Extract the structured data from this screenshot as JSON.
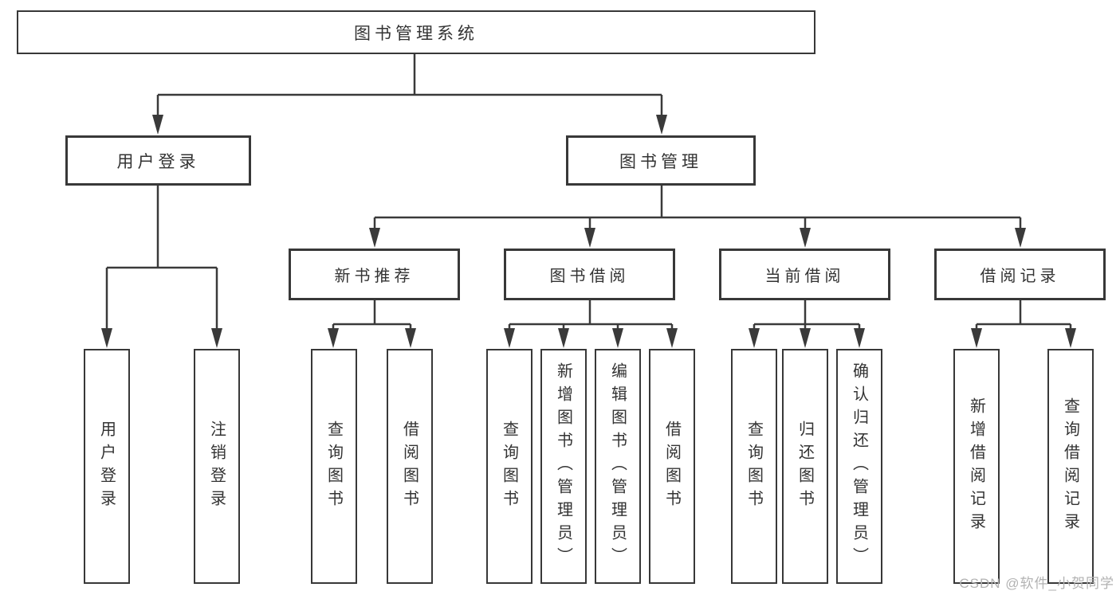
{
  "colors": {
    "line": "#3a3a3a",
    "box_border": "#383838",
    "text": "#333333",
    "background": "#ffffff",
    "watermark": "#b2b2b2"
  },
  "tree": {
    "root": {
      "label": "图书管理系统"
    },
    "level2": [
      {
        "label": "用户登录",
        "children": [
          {
            "label": "用户登录"
          },
          {
            "label": "注销登录"
          }
        ]
      },
      {
        "label": "图书管理",
        "children": [
          {
            "label": "新书推荐",
            "children": [
              {
                "label": "查询图书"
              },
              {
                "label": "借阅图书"
              }
            ]
          },
          {
            "label": "图书借阅",
            "children": [
              {
                "label": "查询图书"
              },
              {
                "label": "新增图书（管理员）"
              },
              {
                "label": "编辑图书（管理员）"
              },
              {
                "label": "借阅图书"
              }
            ]
          },
          {
            "label": "当前借阅",
            "children": [
              {
                "label": "查询图书"
              },
              {
                "label": "归还图书"
              },
              {
                "label": "确认归还（管理员）"
              }
            ]
          },
          {
            "label": "借阅记录",
            "children": [
              {
                "label": "新增借阅记录"
              },
              {
                "label": "查询借阅记录"
              }
            ]
          }
        ]
      }
    ]
  },
  "watermark": {
    "text": "CSDN @软件_小贺同学"
  }
}
